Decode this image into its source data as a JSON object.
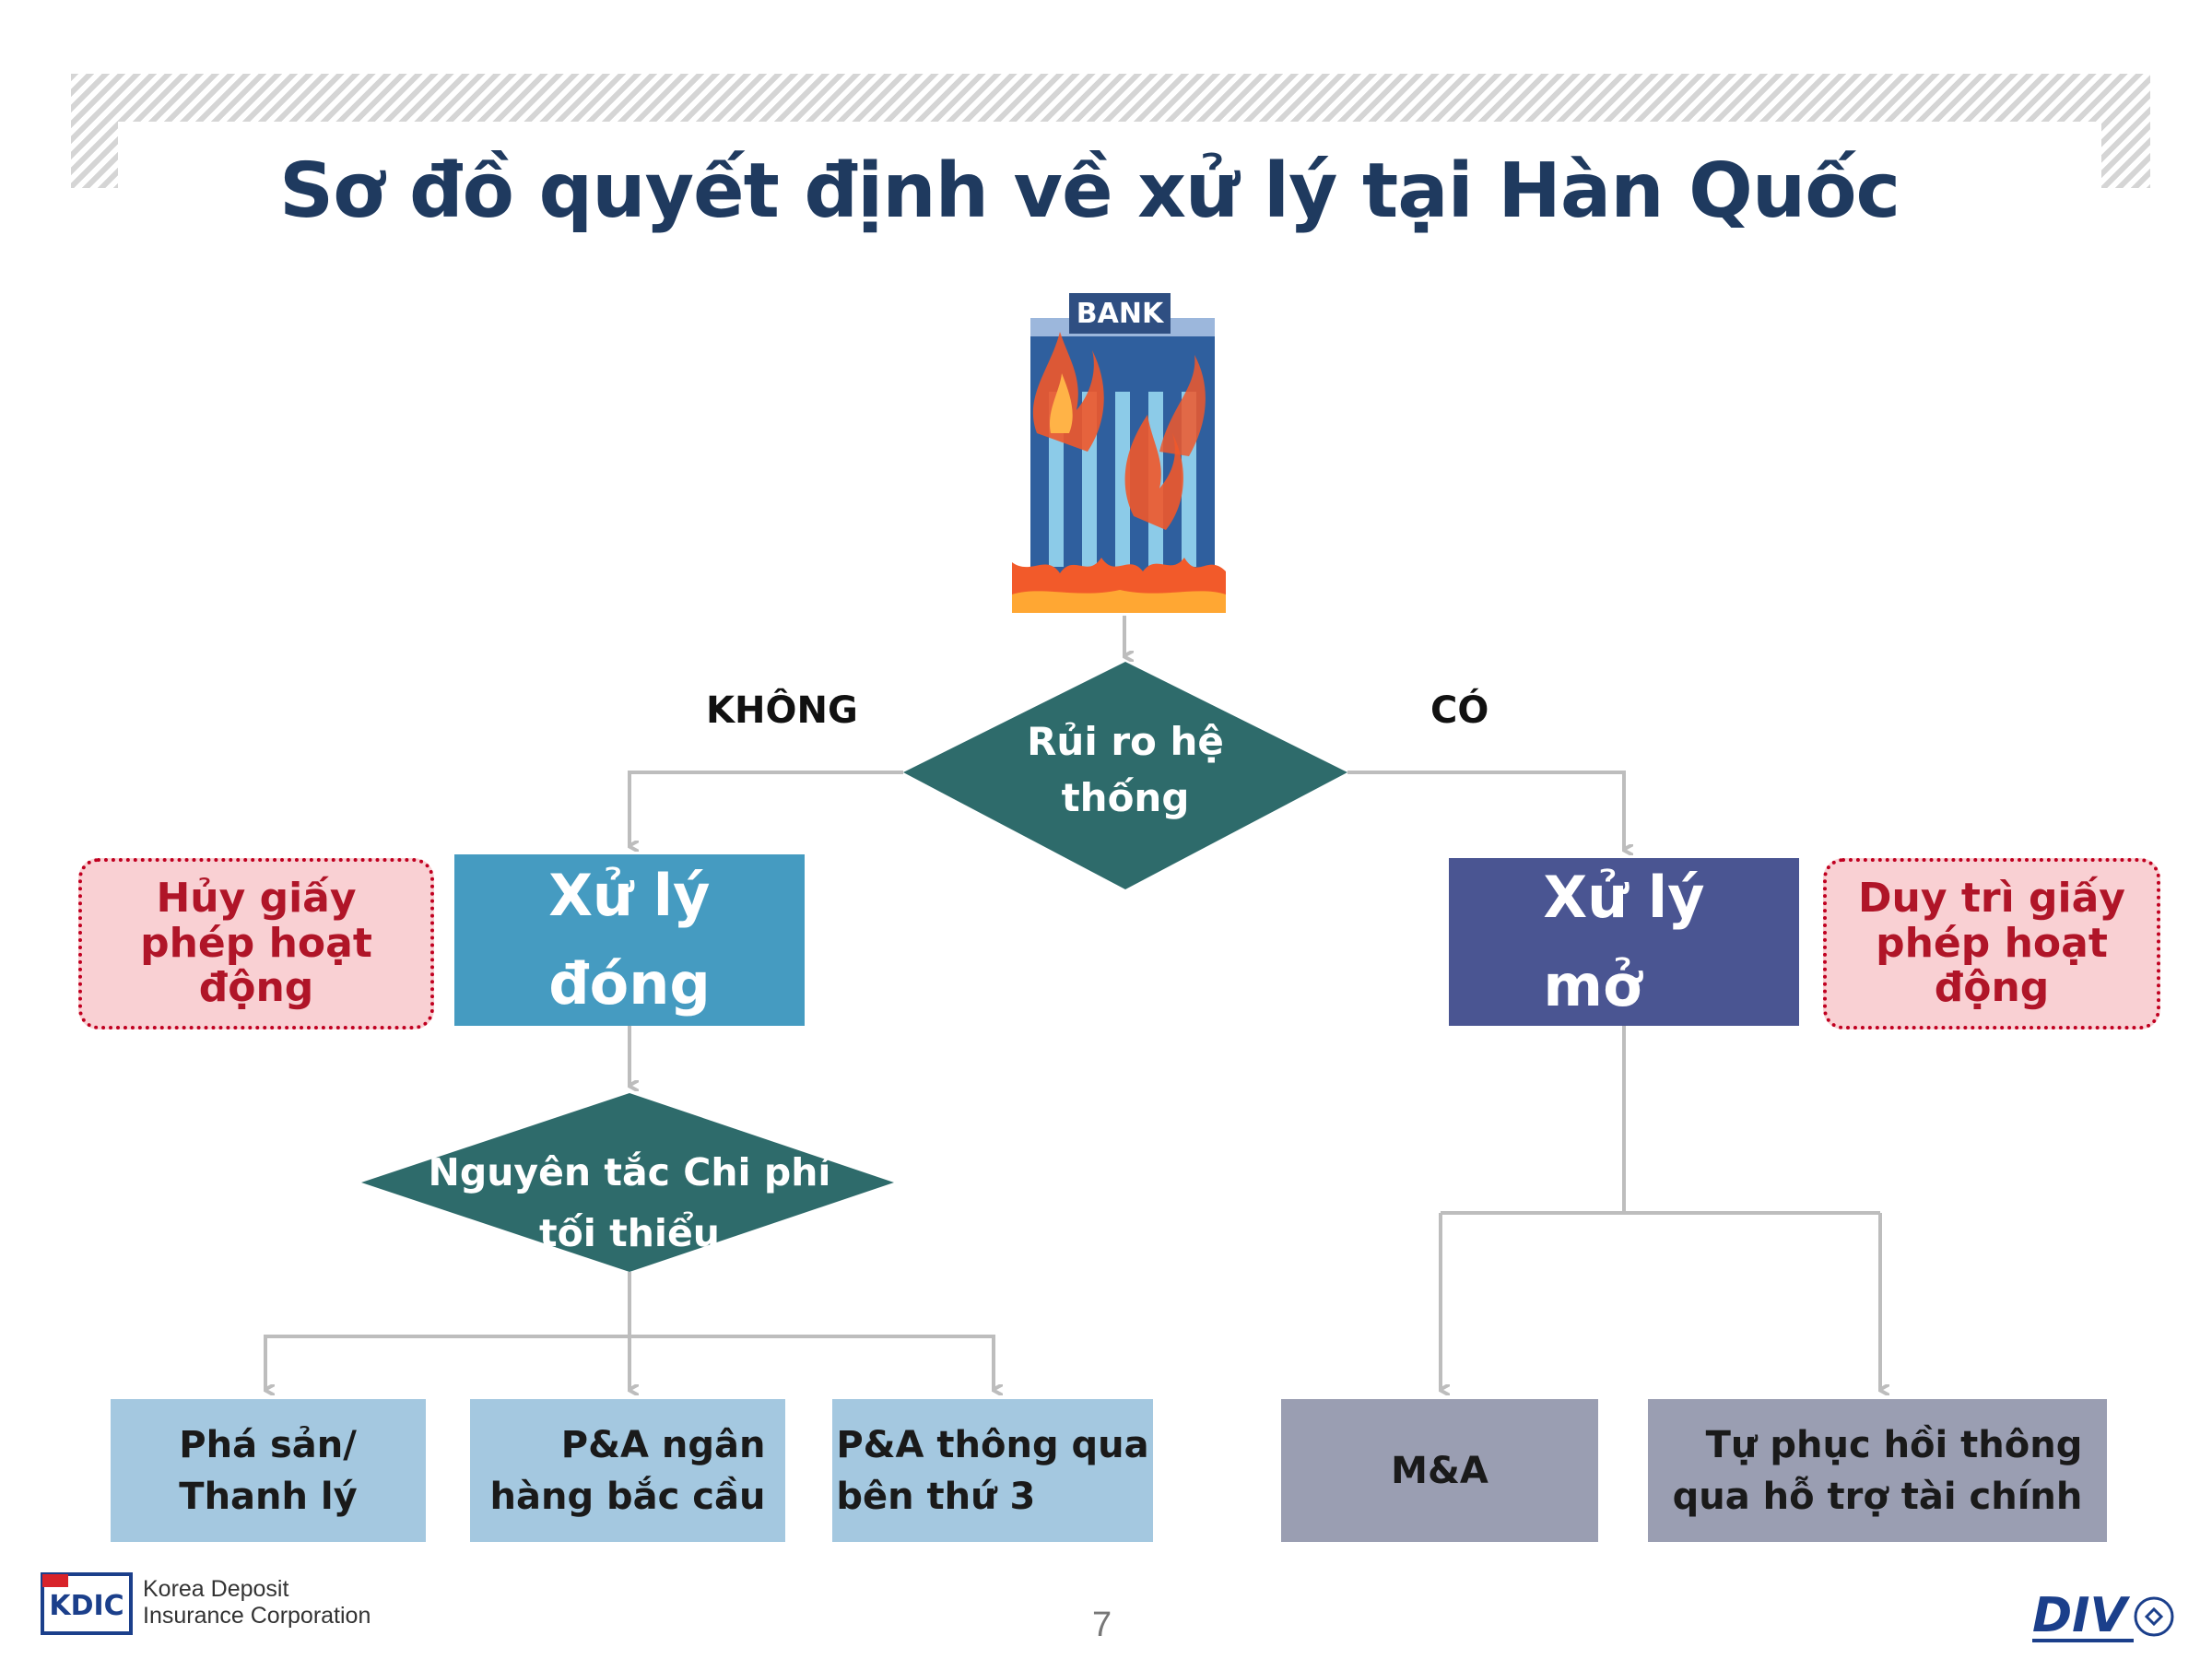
{
  "title": "Sơ đồ quyết định về xử lý tại Hàn Quốc",
  "bank_icon": {
    "icon": "burning-bank-icon",
    "sign_text": "BANK"
  },
  "decision_top": "Rủi ro hệ\nthống",
  "branch_left": "KHÔNG",
  "branch_right": "CÓ",
  "left": {
    "box": "Xử lý\nđóng",
    "license": "Hủy giấy\nphép hoạt\nđộng",
    "decision": "Nguyên tắc Chi phí\ntối thiểu",
    "options": [
      "Phá sản/\nThanh lý",
      "P&A ngân\nhàng bắc cầu",
      "P&A thông qua\nbên thứ 3"
    ]
  },
  "right": {
    "box": "Xử lý\nmở",
    "license": "Duy trì giấy\nphép hoạt\nđộng",
    "options": [
      "M&A",
      "Tự phục hồi thông\nqua hỗ trợ tài chính"
    ]
  },
  "footer": {
    "page": "7",
    "org_logo_text": "KDIC",
    "org_name_line1": "Korea Deposit",
    "org_name_line2": "Insurance Corporation",
    "partner_logo_text": "DIV"
  },
  "colors": {
    "title": "#1f3a5f",
    "diamond": "#2e6b6b",
    "closed_box": "#459bc1",
    "open_box": "#4a5592",
    "license_fill": "#f9d0d3",
    "license_border": "#c00020",
    "leaf_blue": "#a4c8e0",
    "leaf_grey": "#9a9eb2",
    "connector": "#bdbdbd"
  }
}
